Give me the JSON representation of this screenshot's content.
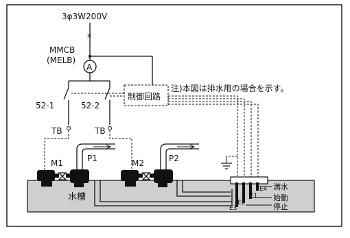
{
  "supply": {
    "label": "3φ3W200V"
  },
  "breaker": {
    "line1": "MMCB",
    "line2": "(MELB)"
  },
  "ammeter": {
    "symbol": "A"
  },
  "contactors": {
    "c1": "52-1",
    "c2": "52-2"
  },
  "control": {
    "label": "制御回路"
  },
  "note": {
    "text": "注)本図は排水用の場合を示す。"
  },
  "terminal_blocks": {
    "tb1": "TB",
    "tb2": "TB"
  },
  "motors": {
    "m1": "M1",
    "m2": "M2"
  },
  "pumps": {
    "p1": "P1",
    "p2": "P2"
  },
  "tank": {
    "label": "水槽"
  },
  "electrodes": {
    "e1": "E1",
    "e2": "E2",
    "e3": "E3",
    "e4": "E4"
  },
  "levels": {
    "full": "満水",
    "start": "始動",
    "stop": "停止"
  }
}
